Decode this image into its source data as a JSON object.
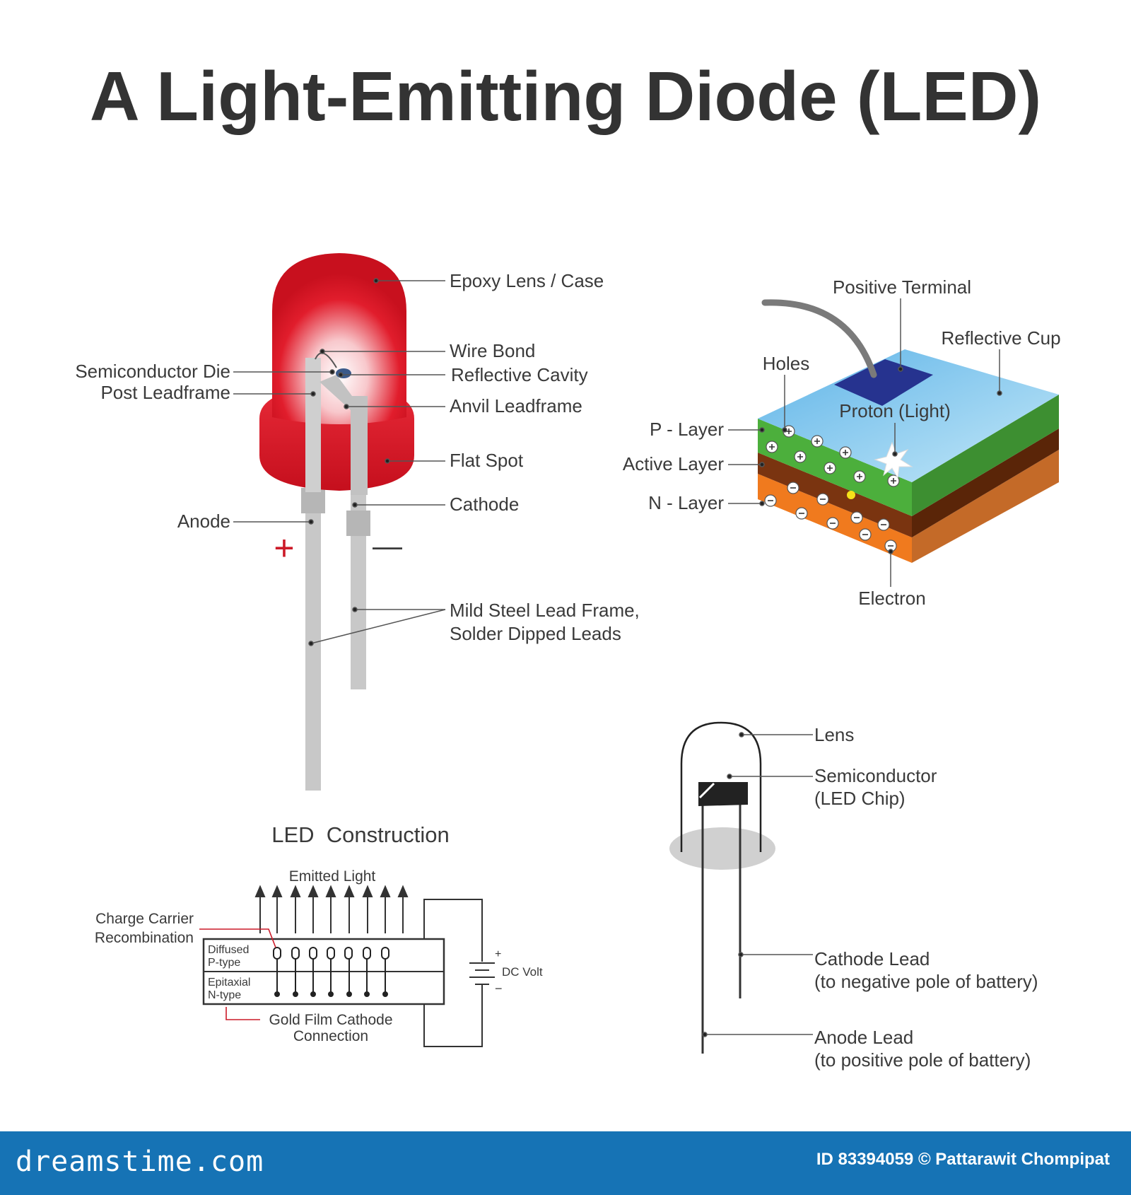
{
  "title": "A Light-Emitting Diode (LED)",
  "colors": {
    "epoxy_red": "#e11d2c",
    "lead_grey": "#c8c8c8",
    "p_layer_green": "#4caf3c",
    "active_layer_brown": "#6b2e0c",
    "n_layer_orange": "#f07a1e",
    "top_surface_blue": "#8fd0f0",
    "terminal_navy": "#26338f",
    "footer_blue": "#1673b5"
  },
  "led_parts": {
    "epoxy": "Epoxy Lens / Case",
    "wire_bond": "Wire Bond",
    "reflective_cavity": "Reflective Cavity",
    "semiconductor_die": "Semiconductor Die",
    "post_leadframe": "Post Leadframe",
    "anvil_leadframe": "Anvil Leadframe",
    "flat_spot": "Flat Spot",
    "cathode": "Cathode",
    "anode": "Anode",
    "plus": "+",
    "minus": "—",
    "lead_frame_1": "Mild Steel Lead Frame,",
    "lead_frame_2": "Solder Dipped Leads"
  },
  "junction": {
    "positive_terminal": "Positive Terminal",
    "reflective_cup": "Reflective Cup",
    "holes": "Holes",
    "proton": "Proton (Light)",
    "p_layer": "P - Layer",
    "active_layer": "Active Layer",
    "n_layer": "N - Layer",
    "electron": "Electron"
  },
  "construction": {
    "title": "LED  Construction",
    "emitted": "Emitted Light",
    "recomb_1": "Charge Carrier",
    "recomb_2": "Recombination",
    "diffused_1": "Diffused",
    "diffused_2": "P-type",
    "epitaxial_1": "Epitaxial",
    "epitaxial_2": "N-type",
    "gold_1": "Gold Film Cathode",
    "gold_2": "Connection",
    "dc": "DC Volt",
    "dc_plus": "+",
    "dc_minus": "−"
  },
  "simple_led": {
    "lens": "Lens",
    "chip_1": "Semiconductor",
    "chip_2": "(LED Chip)",
    "cathode_1": "Cathode Lead",
    "cathode_2": "(to negative pole of battery)",
    "anode_1": "Anode Lead",
    "anode_2": "(to positive pole of battery)"
  },
  "footer": {
    "logo": "dreamstime.com",
    "credit": "ID 83394059 © Pattarawit Chompipat"
  }
}
